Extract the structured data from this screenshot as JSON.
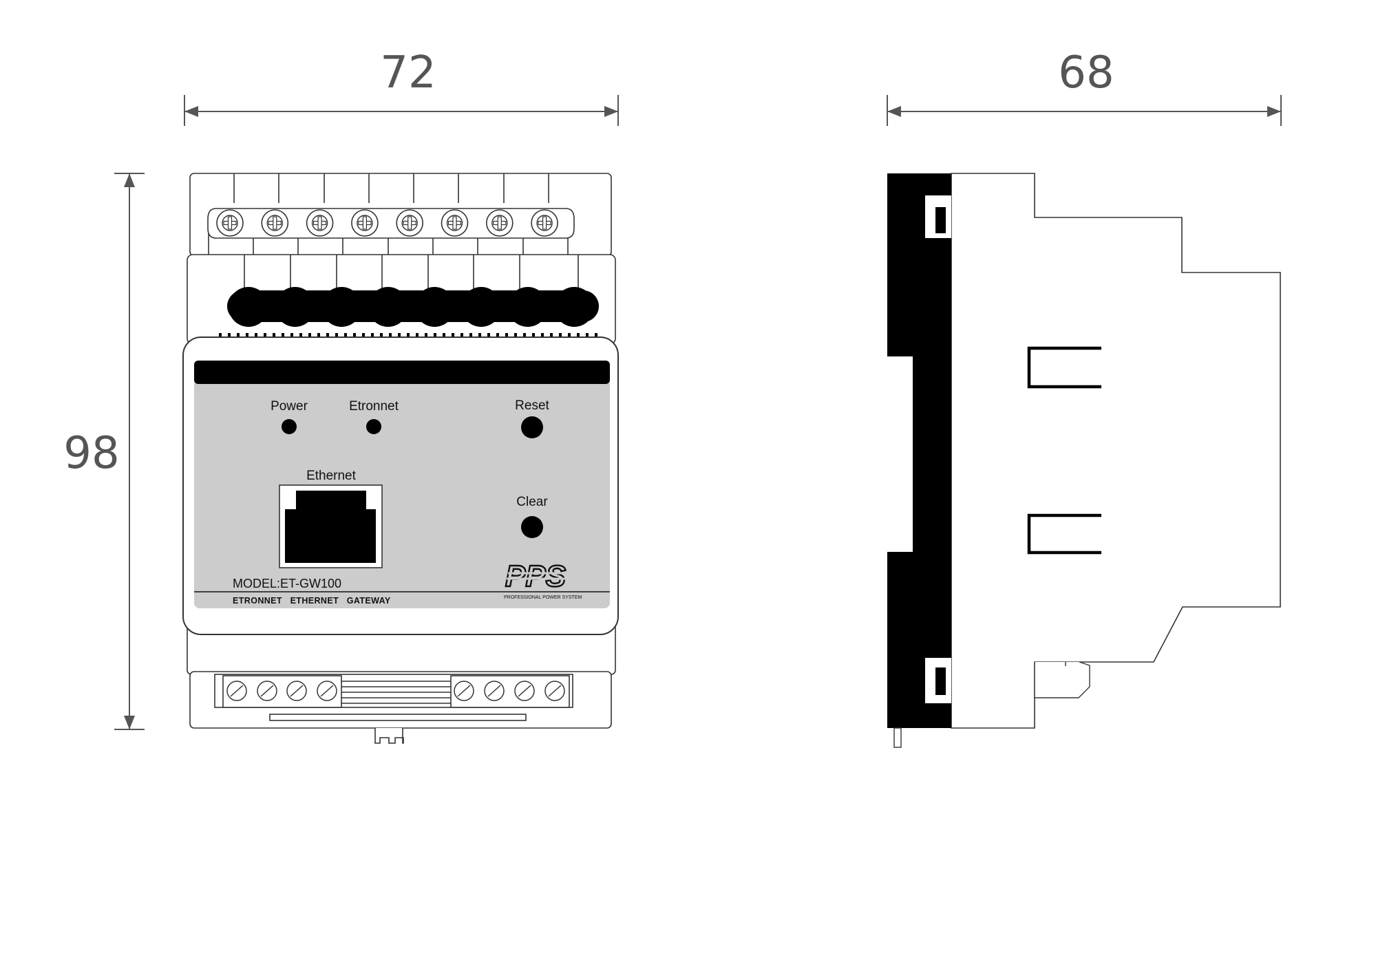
{
  "dimensions": {
    "front_width": "72",
    "height": "98",
    "side_depth": "68"
  },
  "front_panel": {
    "indicators": {
      "power": "Power",
      "etronnet": "Etronnet",
      "reset": "Reset",
      "clear": "Clear"
    },
    "ethernet_port_label": "Ethernet",
    "model": "MODEL:ET-GW100",
    "subtitle": "ETRONNET   ETHERNET   GATEWAY",
    "brand": "PPS",
    "brand_tagline": "PROFESSIONAL POWER SYSTEM"
  },
  "colors": {
    "dimension_lines": "#555555",
    "outline": "#333333",
    "panel": "#cccccc",
    "dark": "#000000"
  }
}
